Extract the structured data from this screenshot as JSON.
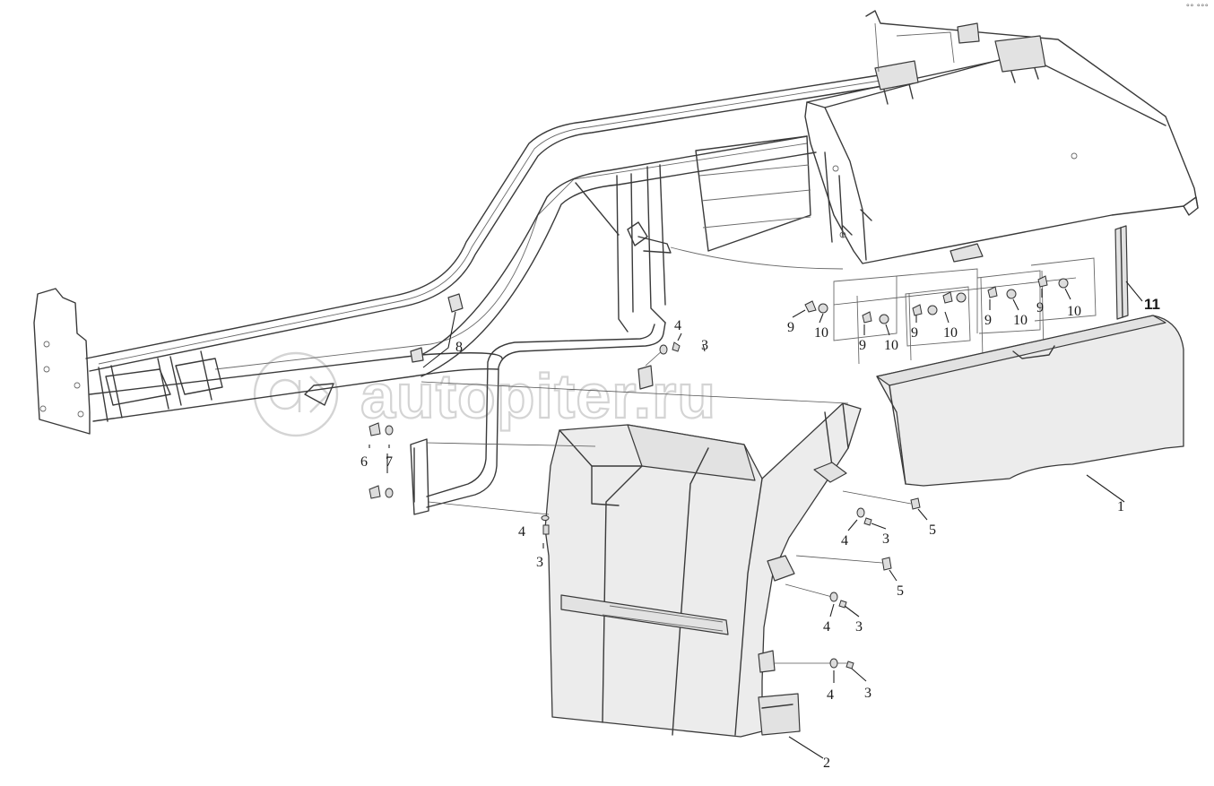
{
  "diagram": {
    "type": "exploded-parts-diagram",
    "watermark": "autopiter.ru",
    "corner_mark": "°°  °°°",
    "callouts": [
      {
        "id": "c1",
        "label": "1",
        "part": "rear-wheel-fender"
      },
      {
        "id": "c2",
        "label": "2",
        "part": "front-wheel-fender"
      },
      {
        "id": "c3a",
        "label": "3",
        "part": "bolt"
      },
      {
        "id": "c4a",
        "label": "4",
        "part": "washer"
      },
      {
        "id": "c3b",
        "label": "3",
        "part": "bolt"
      },
      {
        "id": "c4b",
        "label": "4",
        "part": "washer"
      },
      {
        "id": "c3c",
        "label": "3",
        "part": "bolt"
      },
      {
        "id": "c4c",
        "label": "4",
        "part": "washer"
      },
      {
        "id": "c3d",
        "label": "3",
        "part": "bolt"
      },
      {
        "id": "c4d",
        "label": "4",
        "part": "washer"
      },
      {
        "id": "c3e",
        "label": "3",
        "part": "bolt"
      },
      {
        "id": "c4e",
        "label": "4",
        "part": "washer"
      },
      {
        "id": "c5a",
        "label": "5",
        "part": "screw"
      },
      {
        "id": "c5b",
        "label": "5",
        "part": "screw"
      },
      {
        "id": "c6",
        "label": "6",
        "part": "nut"
      },
      {
        "id": "c7",
        "label": "7",
        "part": "washer"
      },
      {
        "id": "c8",
        "label": "8",
        "part": "bracket"
      },
      {
        "id": "c9a",
        "label": "9",
        "part": "bolt"
      },
      {
        "id": "c10a",
        "label": "10",
        "part": "washer"
      },
      {
        "id": "c9b",
        "label": "9",
        "part": "bolt"
      },
      {
        "id": "c10b",
        "label": "10",
        "part": "washer"
      },
      {
        "id": "c9c",
        "label": "9",
        "part": "bolt"
      },
      {
        "id": "c10c",
        "label": "10",
        "part": "washer"
      },
      {
        "id": "c9d",
        "label": "9",
        "part": "bolt"
      },
      {
        "id": "c10d",
        "label": "10",
        "part": "washer"
      },
      {
        "id": "c9e",
        "label": "9",
        "part": "bolt"
      },
      {
        "id": "c10e",
        "label": "10",
        "part": "washer"
      },
      {
        "id": "c11",
        "label": "11",
        "part": "support-post"
      }
    ]
  }
}
